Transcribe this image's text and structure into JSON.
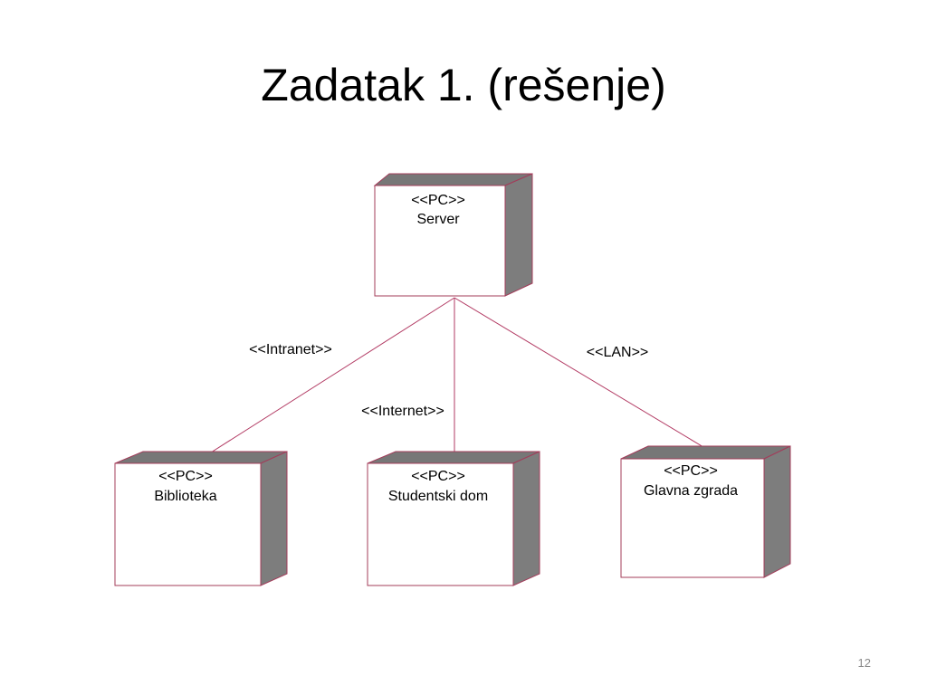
{
  "slide": {
    "title": "Zadatak 1. (rešenje)",
    "page_number": "12"
  },
  "diagram": {
    "nodes": {
      "server": {
        "stereotype": "<<PC>>",
        "name": "Server"
      },
      "biblioteka": {
        "stereotype": "<<PC>>",
        "name": "Biblioteka"
      },
      "studentski_dom": {
        "stereotype": "<<PC>>",
        "name": "Studentski dom"
      },
      "glavna_zgrada": {
        "stereotype": "<<PC>>",
        "name": "Glavna zgrada"
      }
    },
    "connections": {
      "intranet": "<<Intranet>>",
      "internet": "<<Internet>>",
      "lan": "<<LAN>>"
    }
  },
  "colors": {
    "box_border": "#a33c5a",
    "box_shade": "#777777",
    "connector": "#b23a63"
  }
}
